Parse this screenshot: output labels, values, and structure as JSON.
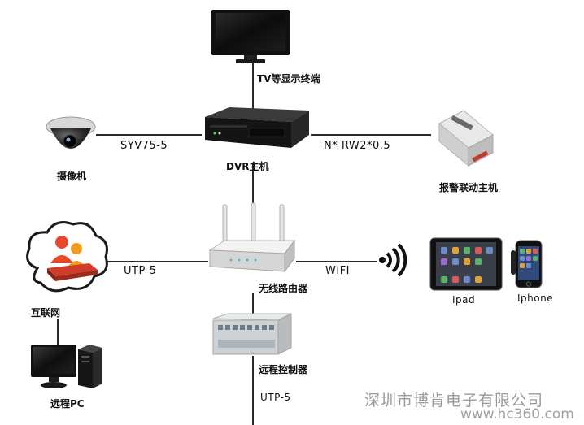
{
  "nodes": {
    "tv": {
      "label": "TV等显示终端"
    },
    "dvr": {
      "label": "DVR主机"
    },
    "camera": {
      "label": "摄像机"
    },
    "alarm": {
      "label": "报警联动主机"
    },
    "internet": {
      "label": "互联网"
    },
    "router": {
      "label": "无线路由器"
    },
    "ipad": {
      "label": "Ipad"
    },
    "iphone": {
      "label": "Iphone"
    },
    "controller": {
      "label": "远程控制器"
    },
    "remote_pc": {
      "label": "远程PC"
    }
  },
  "edges": {
    "camera_dvr": "SYV75-5",
    "dvr_alarm": "N* RW2*0.5",
    "internet_router": "UTP-5",
    "router_mobile": "WIFI",
    "controller_down": "UTP-5"
  },
  "watermark": {
    "company": "深圳市博肯电子有限公司",
    "url": "www.hc360.com"
  }
}
